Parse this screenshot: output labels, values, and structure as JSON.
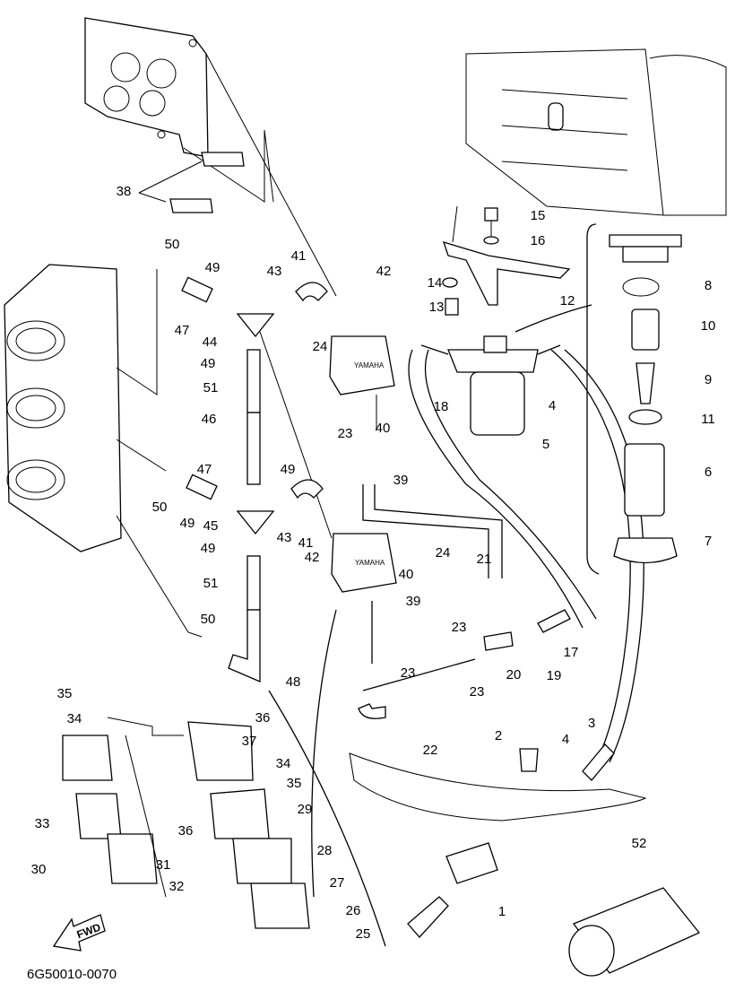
{
  "diagram": {
    "part_numbers": [
      "38",
      "50",
      "49",
      "43",
      "41",
      "42",
      "15",
      "16",
      "14",
      "12",
      "13",
      "8",
      "10",
      "47",
      "44",
      "24",
      "49",
      "9",
      "18",
      "4",
      "11",
      "51",
      "46",
      "5",
      "23",
      "40",
      "39",
      "6",
      "47",
      "50",
      "49",
      "49",
      "45",
      "43",
      "41",
      "42",
      "24",
      "21",
      "7",
      "49",
      "40",
      "51",
      "39",
      "23",
      "17",
      "50",
      "48",
      "19",
      "20",
      "23",
      "23",
      "35",
      "34",
      "36",
      "37",
      "22",
      "2",
      "4",
      "3",
      "34",
      "35",
      "33",
      "36",
      "29",
      "52",
      "28",
      "30",
      "31",
      "32",
      "27",
      "1",
      "26",
      "25"
    ],
    "direction_badge": "FWD",
    "drawing_code": "6G50010-0070",
    "pump_brand_text": "YAMAHA"
  }
}
